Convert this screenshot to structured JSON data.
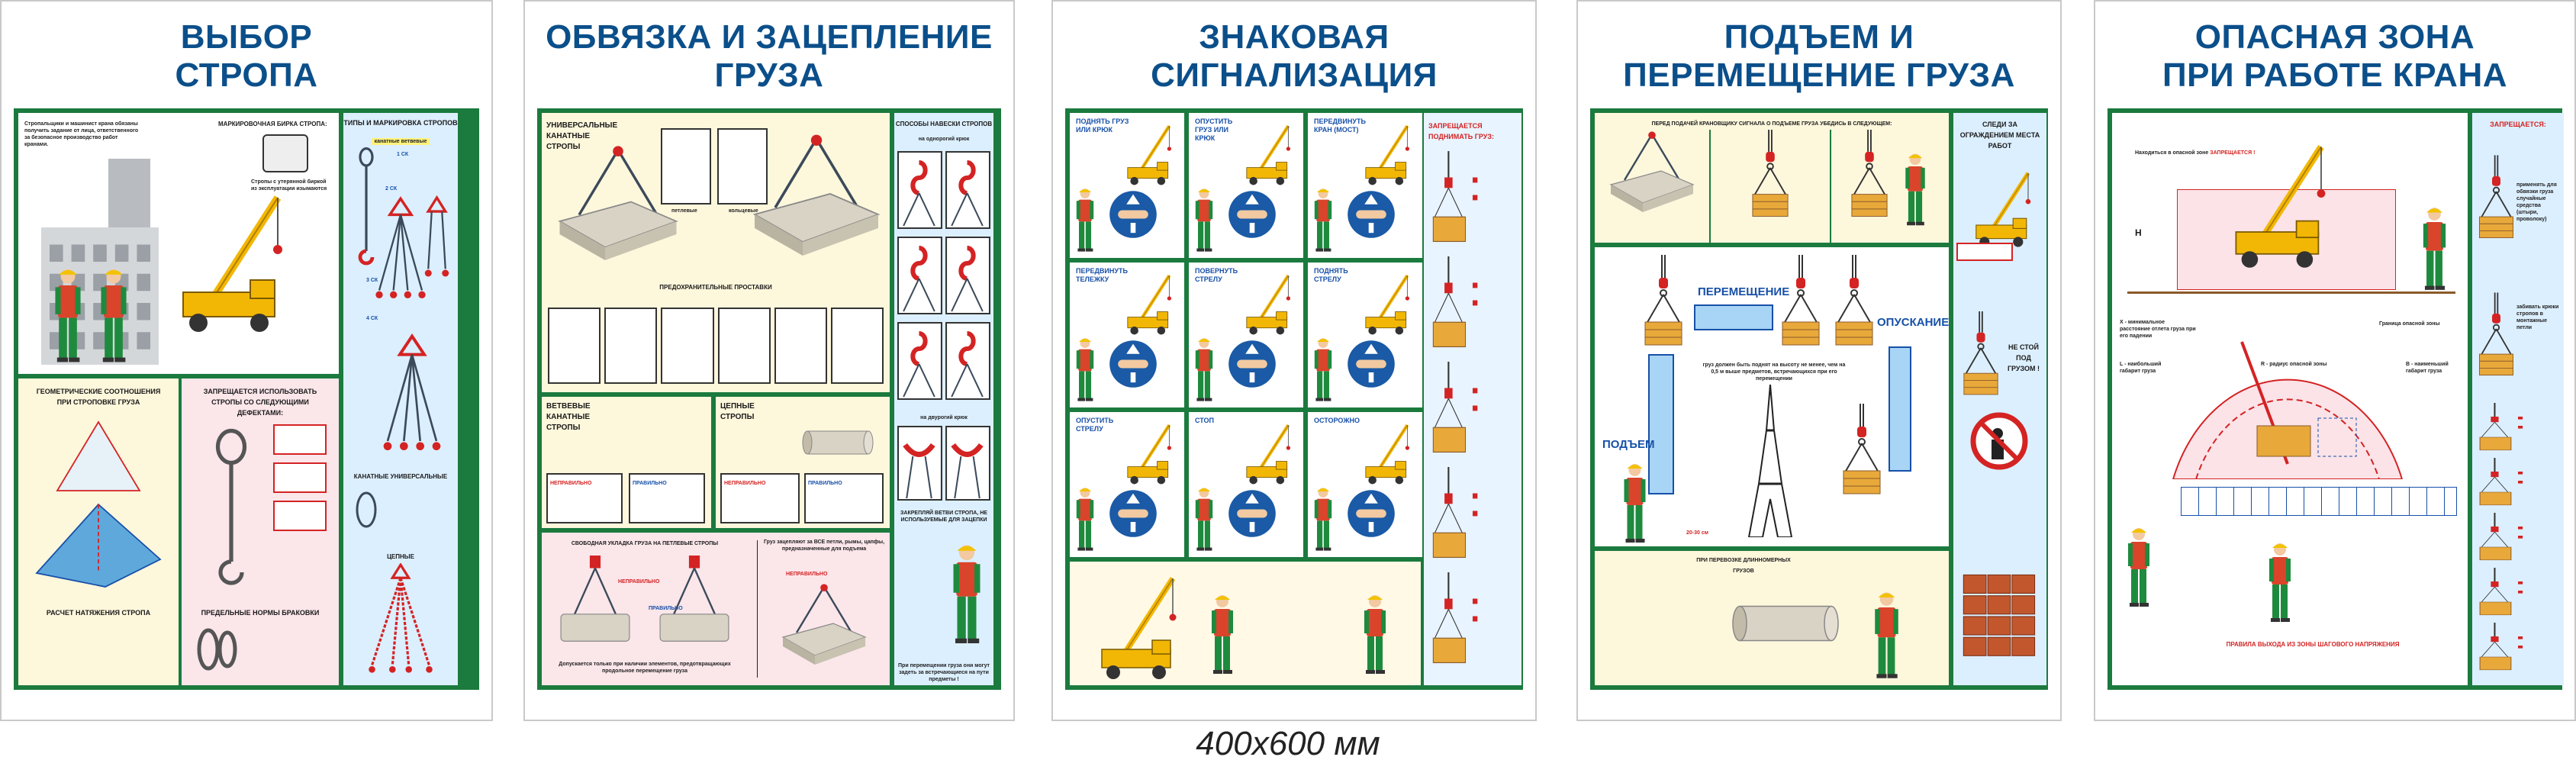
{
  "caption": "400x600 мм",
  "p1": {
    "title1": "ВЫБОР",
    "title2": "СТРОПА",
    "intro": "Стропальщики и машинист крана обязаны получить задание от лица, ответственного за безопасное производство работ кранами.",
    "tag_heading": "МАРКИРОВОЧНАЯ БИРКА СТРОПА:",
    "tag_note": "Стропы с утерянной биркой из эксплуатации изымаются",
    "types_heading": "ТИПЫ И МАРКИРОВКА СТРОПОВ",
    "types_sub": "канатные ветвевые",
    "types": [
      "1 СК",
      "2 СК",
      "3 СК",
      "4 СК"
    ],
    "universal": "КАНАТНЫЕ УНИВЕРСАЛЬНЫЕ",
    "chain": "ЦЕПНЫЕ",
    "geo_heading": "ГЕОМЕТРИЧЕСКИЕ СООТНОШЕНИЯ ПРИ СТРОПОВКЕ ГРУЗА",
    "calc_heading": "РАСЧЕТ НАТЯЖЕНИЯ СТРОПА",
    "defects_heading": "ЗАПРЕЩАЕТСЯ ИСПОЛЬЗОВАТЬ СТРОПЫ СО СЛЕДУЮЩИМИ ДЕФЕКТАМИ:",
    "norms_heading": "ПРЕДЕЛЬНЫЕ НОРМЫ БРАКОВКИ"
  },
  "p2": {
    "title1": "ОБВЯЗКА И ЗАЦЕПЛЕНИЕ",
    "title2": "ГРУЗА",
    "universal": "УНИВЕРСАЛЬНЫЕ КАНАТНЫЕ СТРОПЫ",
    "loop": "петлевые",
    "ring": "кольцевые",
    "spacers": "ПРЕДОХРАНИТЕЛЬНЫЕ ПРОСТАВКИ",
    "hang_heading": "СПОСОБЫ НАВЕСКИ СТРОПОВ",
    "single_hook": "на однорогий крюк",
    "double_hook": "на двурогий крюк",
    "branch": "ВЕТВЕВЫЕ КАНАТНЫЕ СТРОПЫ",
    "chains": "ЦЕПНЫЕ СТРОПЫ",
    "wrong": "НЕПРАВИЛЬНО",
    "right": "ПРАВИЛЬНО",
    "free_laying": "СВОБОДНАЯ УКЛАДКА ГРУЗА НА ПЕТЛЕВЫЕ СТРОПЫ",
    "free_note": "Допускается только при наличии элементов, предотвращающих продольное перемещение груза",
    "all_loops": "Груз зацепляют за ВСЕ петли, рымы, цапфы, предназначенные для подъема",
    "secure": "ЗАКРЕПЛЯЙ ВЕТВИ СТРОПА, НЕ ИСПОЛЬЗУЕМЫЕ ДЛЯ ЗАЦЕПКИ",
    "secure_note": "При перемещении груза они могут задеть за встречающиеся на пути предметы !"
  },
  "p3": {
    "title1": "ЗНАКОВАЯ",
    "title2": "СИГНАЛИЗАЦИЯ",
    "signals": [
      "ПОДНЯТЬ ГРУЗ ИЛИ КРЮК",
      "ОПУСТИТЬ ГРУЗ ИЛИ КРЮК",
      "ПЕРЕДВИНУТЬ КРАН (МОСТ)",
      "ПЕРЕДВИНУТЬ ТЕЛЕЖКУ",
      "ПОВЕРНУТЬ СТРЕЛУ",
      "ПОДНЯТЬ СТРЕЛУ",
      "ОПУСТИТЬ СТРЕЛУ",
      "СТОП",
      "ОСТОРОЖНО"
    ],
    "forbidden": "ЗАПРЕЩАЕТСЯ ПОДНИМАТЬ ГРУЗ:"
  },
  "p4": {
    "title1": "ПОДЪЕМ И",
    "title2": "ПЕРЕМЕЩЕНИЕ ГРУЗА",
    "check_heading": "ПЕРЕД ПОДАЧЕЙ КРАНОВЩИКУ СИГНАЛА О ПОДЪЕМЕ ГРУЗА УБЕДИСЬ В СЛЕДУЮЩЕМ:",
    "fence": "СЛЕДИ ЗА ОГРАЖДЕНИЕМ МЕСТА РАБОТ",
    "move": "ПЕРЕМЕЩЕНИЕ",
    "lower": "ОПУСКАНИЕ",
    "lift": "ПОДЪЕМ",
    "height_note": "груз должен быть поднят на высоту не менее, чем на 0,5 м выше предметов, встречающихся при его перемещении",
    "gap": "20-30 см",
    "dont_stand": "НЕ СТОЙ ПОД ГРУЗОМ !",
    "long_loads": "ПРИ ПЕРЕВОЗКЕ ДЛИННОМЕРНЫХ ГРУЗОВ"
  },
  "p5": {
    "title1": "ОПАСНАЯ ЗОНА",
    "title2": "ПРИ РАБОТЕ КРАНА",
    "zone_text": "Находиться в опасной зоне",
    "zone_forbidden": "ЗАПРЕЩАЕТСЯ !",
    "forbidden": "ЗАПРЕЩАЕТСЯ:",
    "h": "H",
    "x_label": "X - минимальное расстояние отлета груза при его падении",
    "l_label": "L - наибольший габарит груза",
    "r_label": "R - радиус опасной зоны",
    "b_label": "B - наименьший габарит груза",
    "border": "Граница опасной зоны",
    "rule1": "применять для обвязки груза случайные средства (штыри, проволоку)",
    "rule2": "забивать крюки стропов в монтажные петли",
    "exit_rules": "ПРАВИЛА ВЫХОДА ИЗ ЗОНЫ ШАГОВОГО НАПРЯЖЕНИЯ"
  }
}
